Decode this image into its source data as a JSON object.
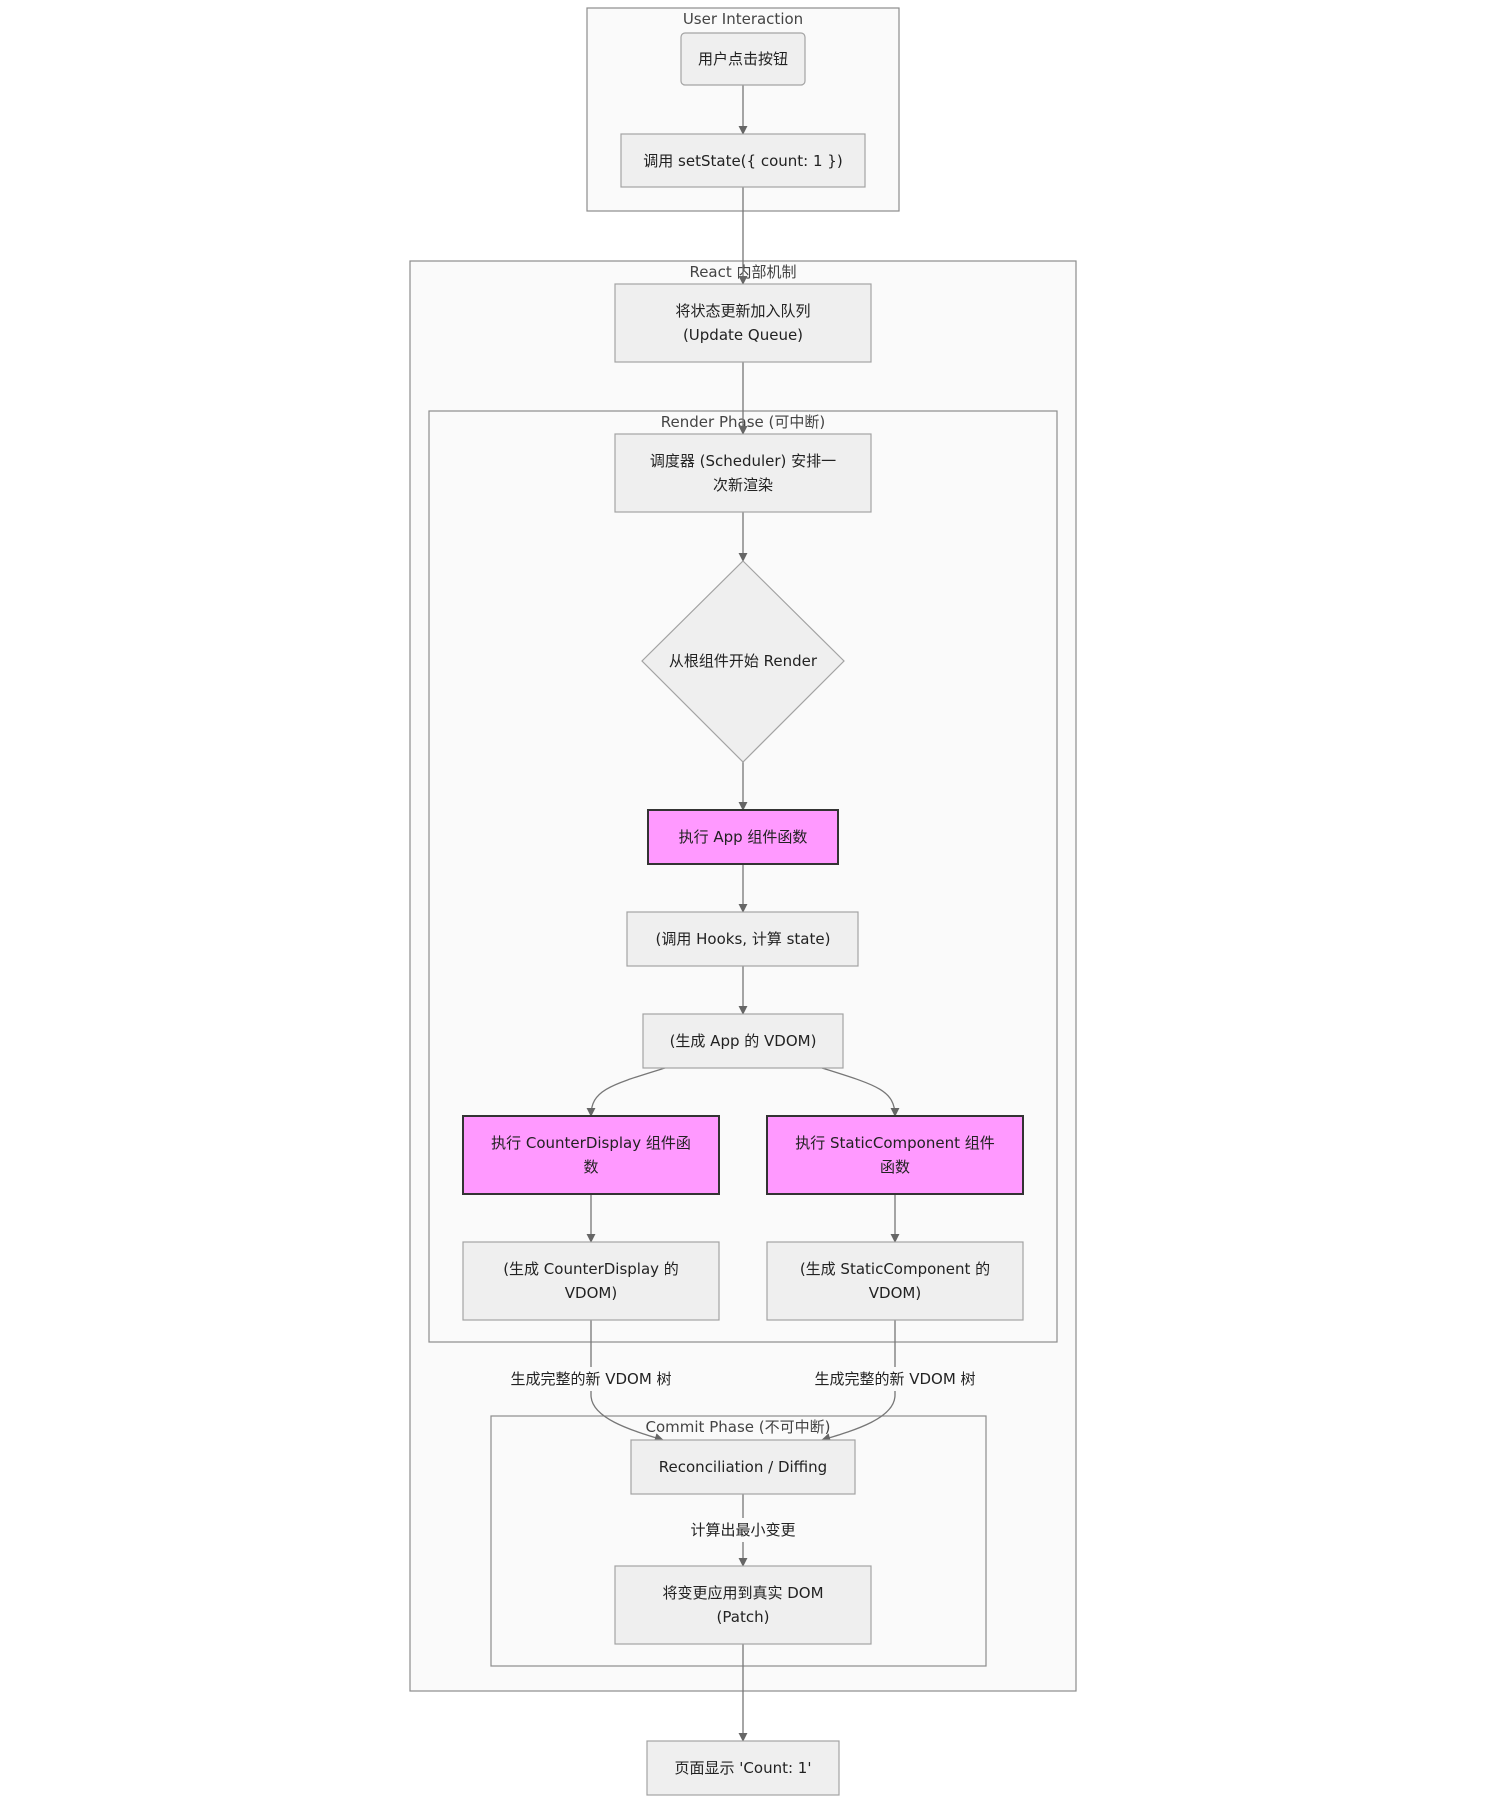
{
  "clusters": {
    "user": "User Interaction",
    "react": "React 内部机制",
    "render": "Render Phase (可中断)",
    "commit": "Commit Phase (不可中断)"
  },
  "nodes": {
    "click": "用户点击按钮",
    "setstate": "调用 setState({ count: 1 })",
    "queue_l1": "将状态更新加入队列",
    "queue_l2": "(Update Queue)",
    "scheduler_l1": "调度器 (Scheduler) 安排一",
    "scheduler_l2": "次新渲染",
    "root_render": "从根组件开始 Render",
    "exec_app": "执行 App 组件函数",
    "hooks": "(调用 Hooks, 计算 state)",
    "app_vdom": "(生成 App 的 VDOM)",
    "exec_counter_l1": "执行 CounterDisplay 组件函",
    "exec_counter_l2": "数",
    "exec_static_l1": "执行 StaticComponent 组件",
    "exec_static_l2": "函数",
    "counter_vdom_l1": "(生成 CounterDisplay 的",
    "counter_vdom_l2": "VDOM)",
    "static_vdom_l1": "(生成 StaticComponent 的",
    "static_vdom_l2": "VDOM)",
    "reconcile": "Reconciliation / Diffing",
    "patch_l1": "将变更应用到真实 DOM",
    "patch_l2": "(Patch)",
    "display": "页面显示 'Count: 1'"
  },
  "edge_labels": {
    "vdom_tree_left": "生成完整的新 VDOM 树",
    "vdom_tree_right": "生成完整的新 VDOM 树",
    "min_change": "计算出最小变更"
  },
  "colors": {
    "highlight_fill": "#ff99ff",
    "node_fill": "#efefef",
    "cluster_fill": "#fafafa"
  }
}
